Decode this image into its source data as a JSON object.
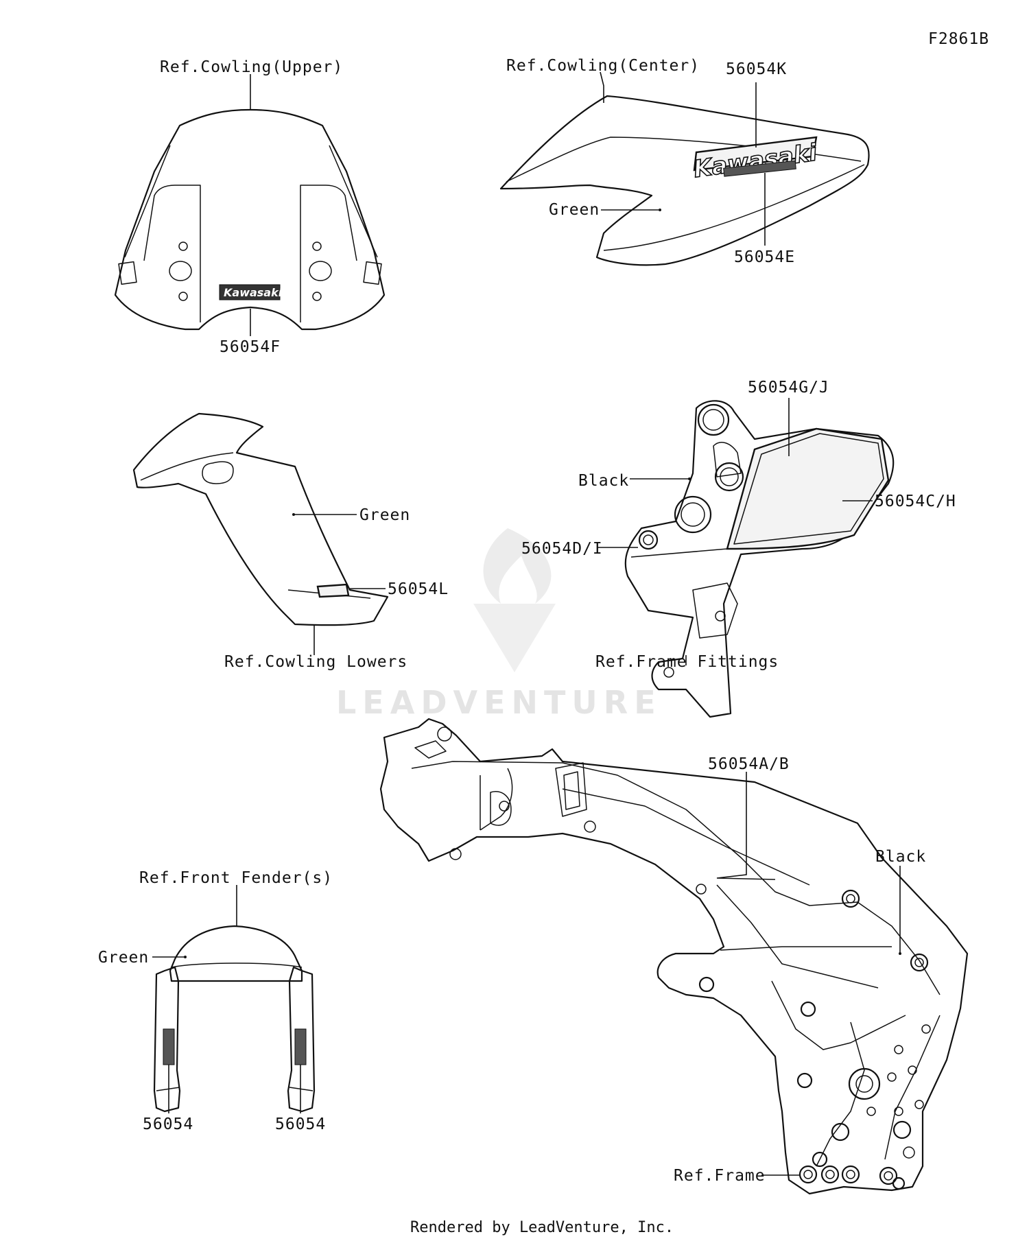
{
  "figure_id": "F2861B",
  "labels": {
    "cowling_upper": "Ref.Cowling(Upper)",
    "cowling_center": "Ref.Cowling(Center)",
    "part_56054K": "56054K",
    "part_56054E": "56054E",
    "part_56054F": "56054F",
    "green_center": "Green",
    "green_lower": "Green",
    "part_56054L": "56054L",
    "cowling_lowers": "Ref.Cowling Lowers",
    "part_56054GJ": "56054G/J",
    "black_fitting": "Black",
    "part_56054CH": "56054C/H",
    "part_56054DI": "56054D/I",
    "frame_fittings": "Ref.Frame Fittings",
    "part_56054AB": "56054A/B",
    "black_frame": "Black",
    "front_fender": "Ref.Front Fender(s)",
    "green_fender": "Green",
    "part_56054_left": "56054",
    "part_56054_right": "56054",
    "ref_frame": "Ref.Frame"
  },
  "logos": {
    "kawasaki_center": "Kawasaki",
    "kawasaki_upper": "Kawasaki"
  },
  "watermark": "LEADVENTURE",
  "footer": "Rendered by LeadVenture, Inc."
}
